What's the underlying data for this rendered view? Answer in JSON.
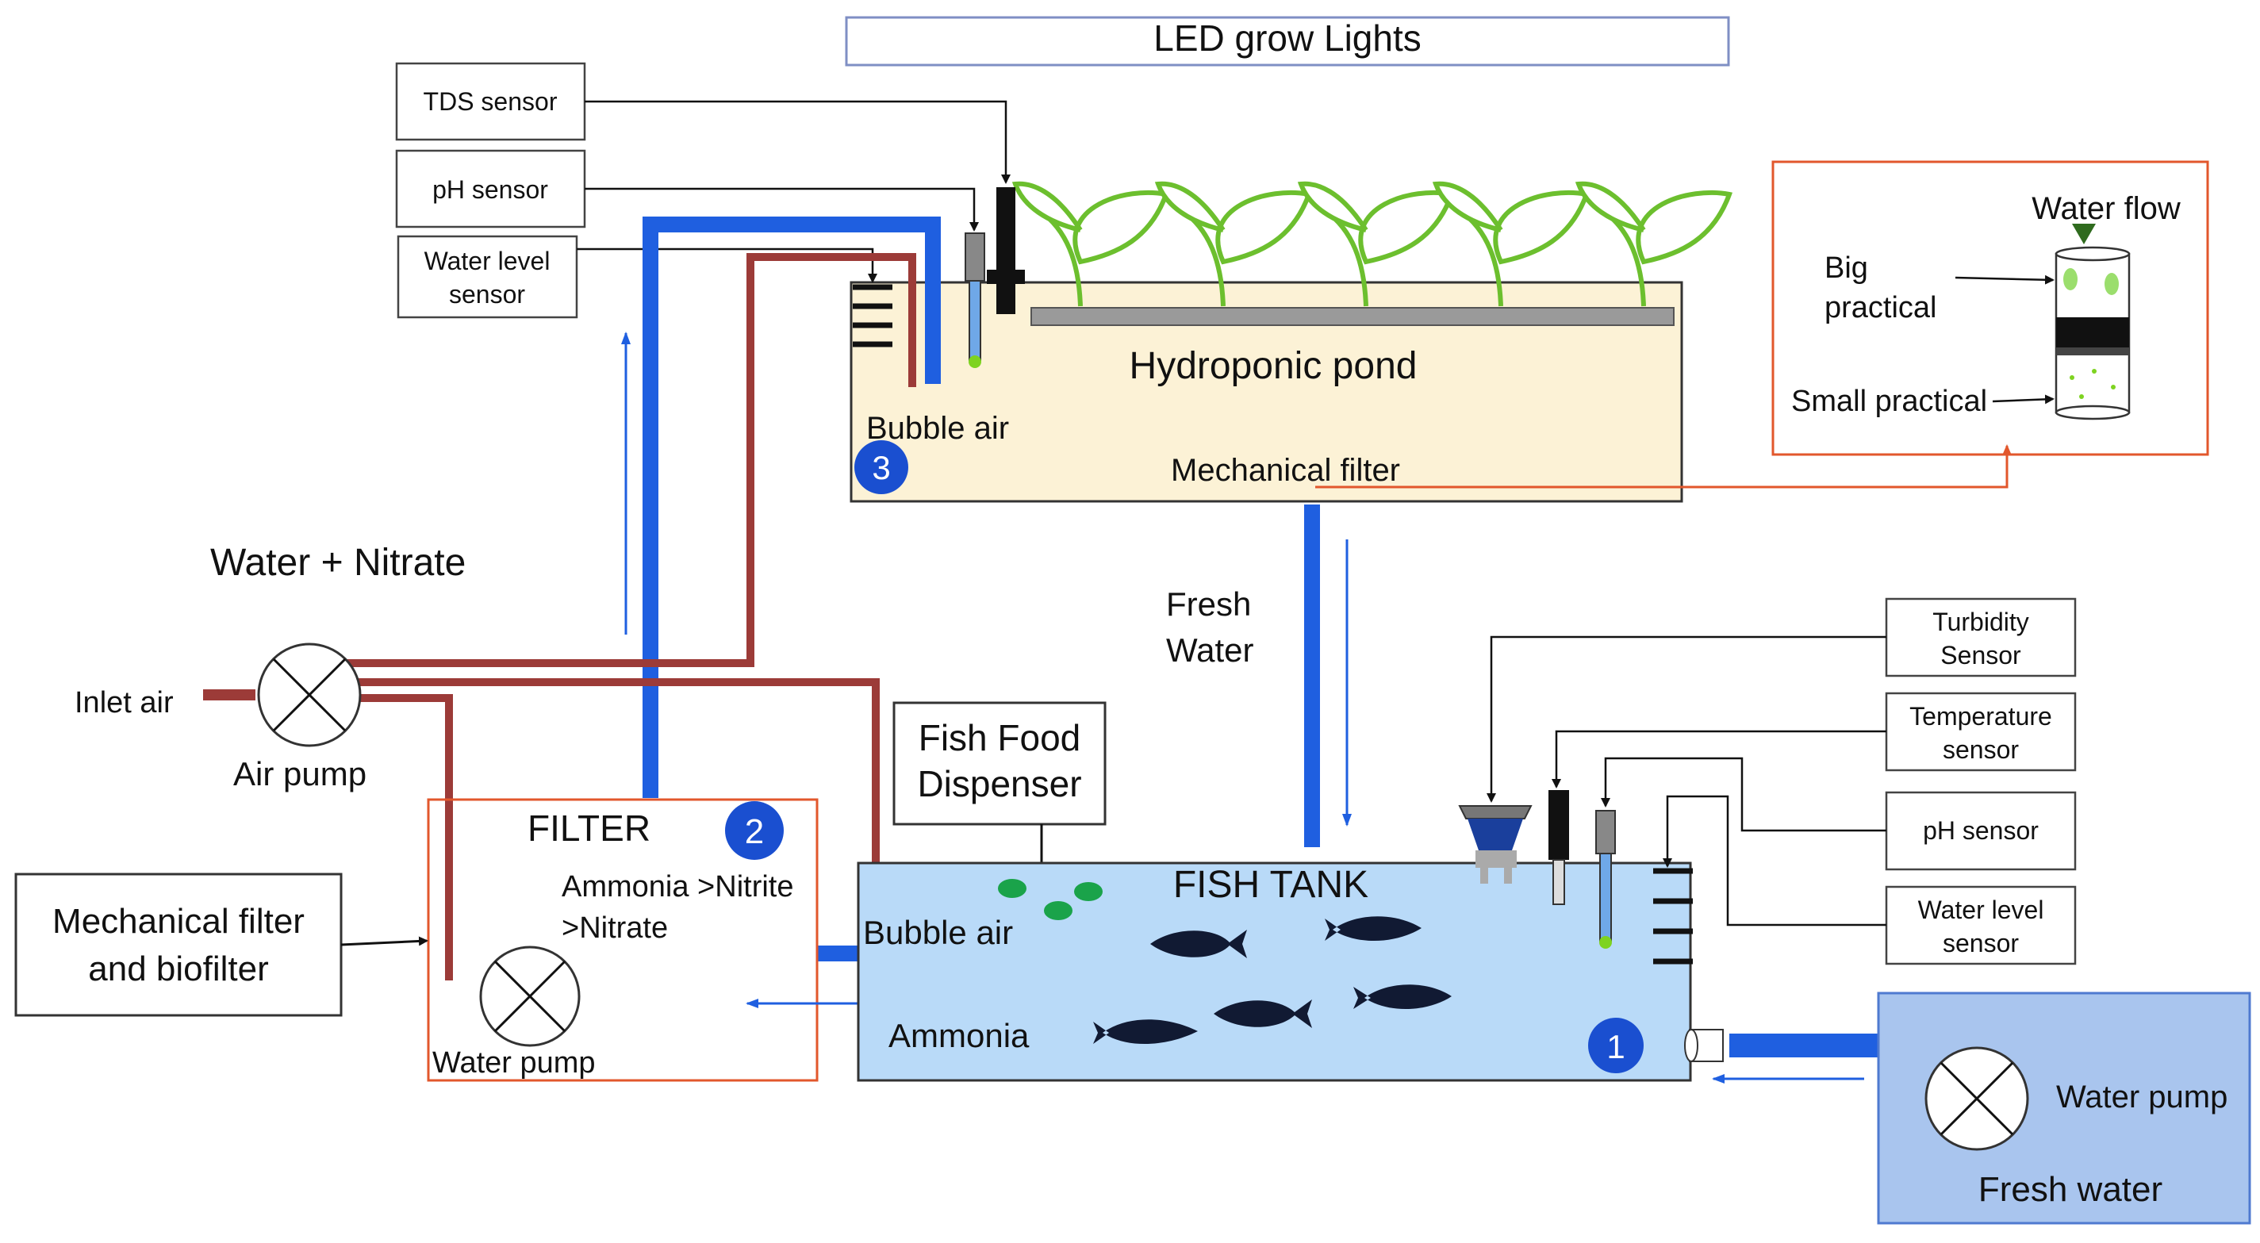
{
  "diagram": {
    "title": "LED grow Lights",
    "hydroponic": {
      "title": "Hydroponic pond",
      "bubble_air": "Bubble air",
      "mechanical_filter": "Mechanical filter",
      "number": "3"
    },
    "fish_tank": {
      "title": "FISH TANK",
      "bubble_air": "Bubble air",
      "ammonia": "Ammonia",
      "number": "1"
    },
    "filter": {
      "title": "FILTER",
      "line1": "Ammonia >Nitrite",
      "line2": ">Nitrate",
      "water_pump": "Water pump",
      "number": "2"
    },
    "top_sensors": {
      "tds": "TDS sensor",
      "ph": "pH sensor",
      "water_level_1": "Water level",
      "water_level_2": "sensor"
    },
    "tank_sensors": {
      "turbidity_1": "Turbidity",
      "turbidity_2": "Sensor",
      "temperature_1": "Temperature",
      "temperature_2": "sensor",
      "ph": "pH sensor",
      "water_level_1": "Water level",
      "water_level_2": "sensor"
    },
    "water_nitrate": "Water + Nitrate",
    "inlet_air": "Inlet air",
    "air_pump": "Air pump",
    "fresh_water_label_1": "Fresh",
    "fresh_water_label_2": "Water",
    "fish_food_1": "Fish Food",
    "fish_food_2": "Dispenser",
    "mech_bio_1": "Mechanical filter",
    "mech_bio_2": "and biofilter",
    "fresh_box": {
      "water_pump": "Water pump",
      "fresh_water": "Fresh water"
    },
    "inset": {
      "water_flow": "Water flow",
      "big_1": "Big",
      "big_2": "practical",
      "small": "Small practical"
    }
  },
  "colors": {
    "pipe_water": "#1f5fe0",
    "pipe_air": "#9c3b38",
    "hydro_fill": "#fcf2d6",
    "tank_fill": "#b9daf8",
    "fresh_fill": "#a9c5ee",
    "filter_border": "#e2572c",
    "leaf": "#6cbf2e",
    "badge": "#1a4fd0"
  }
}
